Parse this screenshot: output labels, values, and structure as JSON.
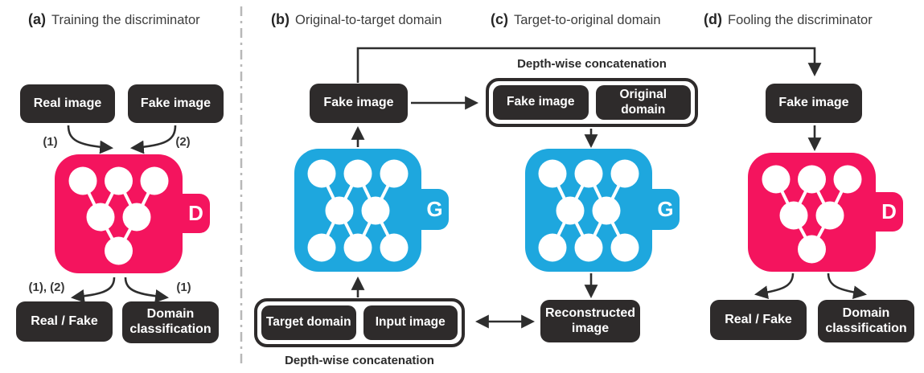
{
  "figure": {
    "kind": "GAN training diagram (StarGAN-style)",
    "colors": {
      "discriminator_pink": "#F4145E",
      "generator_blue": "#1EA7DE",
      "box_dark": "#2E2B2B",
      "arrow_dark": "#2E2E2E",
      "divider_gray": "#B8B8B8"
    }
  },
  "panels": [
    {
      "label": "(a)",
      "title": "Training the discriminator",
      "inputs": [
        "Real image",
        "Fake image"
      ],
      "input_annotations": [
        "(1)",
        "(2)"
      ],
      "processor": {
        "letter": "D",
        "role": "discriminator"
      },
      "output_annotations": [
        "(1), (2)",
        "(1)"
      ],
      "outputs": [
        "Real / Fake",
        "Domain classification"
      ]
    },
    {
      "label": "(b)",
      "title": "Original-to-target domain",
      "output_box": "Fake image",
      "processor": {
        "letter": "G",
        "role": "generator"
      },
      "concat": {
        "caption": "Depth-wise concatenation",
        "items": [
          "Target domain",
          "Input image"
        ]
      }
    },
    {
      "label": "(c)",
      "title": "Target-to-original domain",
      "concat": {
        "caption": "Depth-wise concatenation",
        "items": [
          "Fake image",
          "Original domain"
        ]
      },
      "processor": {
        "letter": "G",
        "role": "generator"
      },
      "output_box": "Reconstructed image"
    },
    {
      "label": "(d)",
      "title": "Fooling the discriminator",
      "input_box": "Fake image",
      "processor": {
        "letter": "D",
        "role": "discriminator"
      },
      "outputs": [
        "Real / Fake",
        "Domain classification"
      ]
    }
  ]
}
